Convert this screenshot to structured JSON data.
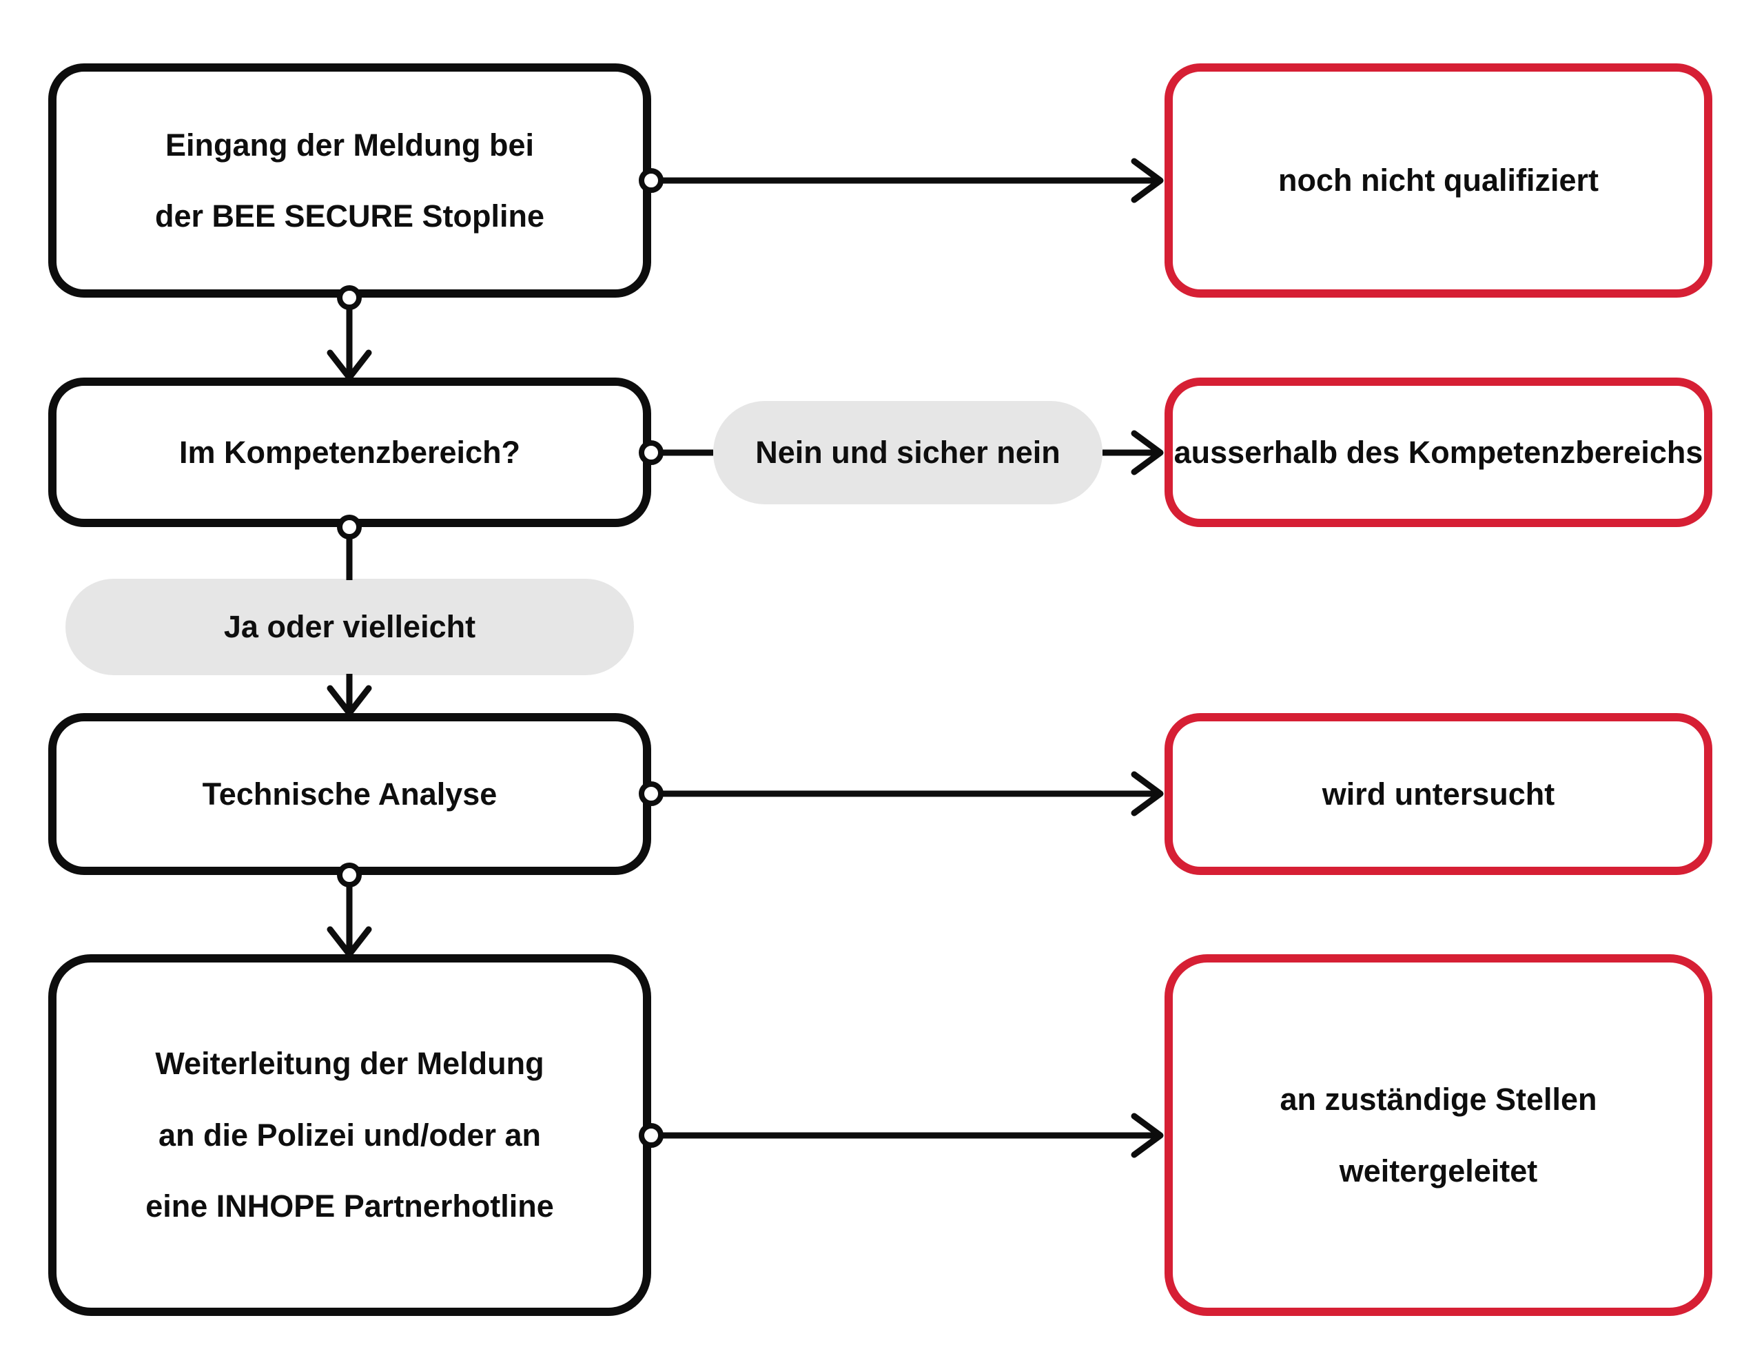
{
  "diagram": {
    "type": "flowchart",
    "colors": {
      "process_border": "#0d0d0d",
      "status_border": "#d61f34",
      "branch_pill_background": "#e6e6e6",
      "text": "#0e0e0e",
      "background": "#ffffff"
    },
    "nodes": {
      "eingang": {
        "label": "Eingang der Meldung bei\nder BEE SECURE Stopline",
        "type": "process"
      },
      "noch_nicht_qualifiziert": {
        "label": "noch nicht qualifiziert",
        "type": "status"
      },
      "im_kompetenzbereich": {
        "label": "Im Kompetenzbereich?",
        "type": "decision"
      },
      "nein_und_sicher_nein": {
        "label": "Nein und sicher nein",
        "type": "branch-label"
      },
      "ausserhalb": {
        "label": "ausserhalb des Kompetenzbereichs",
        "type": "status"
      },
      "ja_oder_vielleicht": {
        "label": "Ja oder vielleicht",
        "type": "branch-label"
      },
      "technische_analyse": {
        "label": "Technische Analyse",
        "type": "process"
      },
      "wird_untersucht": {
        "label": "wird untersucht",
        "type": "status"
      },
      "weiterleitung": {
        "label": "Weiterleitung der Meldung\nan die Polizei und/oder an\neine INHOPE Partnerhotline",
        "type": "process"
      },
      "an_zustaendige": {
        "label": "an zuständige Stellen\nweitergeleitet",
        "type": "status"
      }
    },
    "edges": [
      {
        "from": "eingang",
        "to": "noch_nicht_qualifiziert",
        "style": "arrow"
      },
      {
        "from": "eingang",
        "to": "im_kompetenzbereich",
        "style": "arrow"
      },
      {
        "from": "im_kompetenzbereich",
        "to": "ausserhalb",
        "via": "nein_und_sicher_nein",
        "style": "arrow"
      },
      {
        "from": "im_kompetenzbereich",
        "to": "technische_analyse",
        "via": "ja_oder_vielleicht",
        "style": "arrow"
      },
      {
        "from": "technische_analyse",
        "to": "wird_untersucht",
        "style": "arrow"
      },
      {
        "from": "technische_analyse",
        "to": "weiterleitung",
        "style": "arrow"
      },
      {
        "from": "weiterleitung",
        "to": "an_zustaendige",
        "style": "arrow"
      }
    ]
  }
}
